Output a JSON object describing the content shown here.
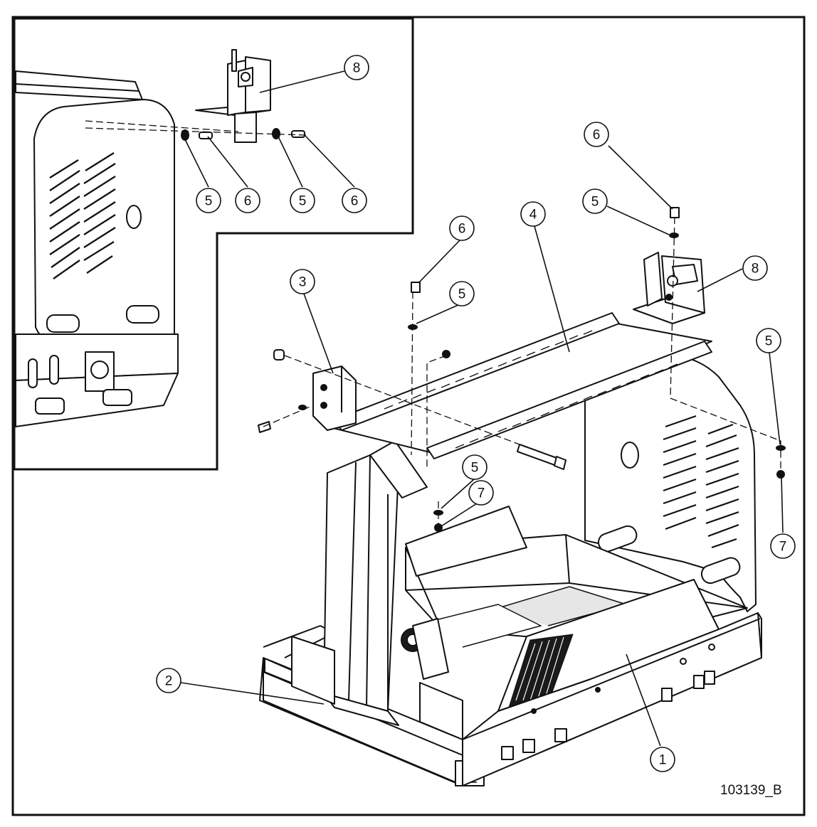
{
  "drawing_number": "103139_B",
  "callouts": {
    "inset_5a": "5",
    "inset_6a": "6",
    "inset_5b": "5",
    "inset_6b": "6",
    "inset_8": "8",
    "main_6_top_right": "6",
    "main_5_top_right": "5",
    "main_8": "8",
    "main_5_right": "5",
    "main_7_right": "7",
    "main_4": "4",
    "main_3": "3",
    "main_6_center": "6",
    "main_5_center": "5",
    "main_5_lower": "5",
    "main_7_lower": "7",
    "main_2": "2",
    "main_1": "1"
  },
  "colors": {
    "line": "#111111",
    "background": "#ffffff",
    "fill_dark": "#1a1a1a",
    "fill_gray": "#e6e6e6"
  }
}
